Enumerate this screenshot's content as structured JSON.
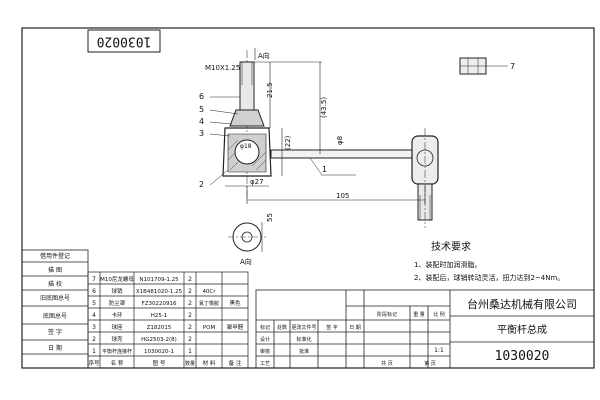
{
  "drawing_number": "1030020",
  "drawing_number_rotated": "1030020",
  "company": "台州桑达机械有限公司",
  "part_name": "平衡杆总成",
  "scale": "1:1",
  "tech_req": {
    "title": "技术要求",
    "items": [
      "1、装配时加润滑脂。",
      "2、装配后，球销转动灵活，扭力达到2~4Nm。"
    ]
  },
  "dimensions": {
    "thread": "M10X1.25",
    "view_a": "A向",
    "len_21_5": "21.5",
    "len_43_5": "(43.5)",
    "len_22": "(22)",
    "dia_8": "φ8",
    "dia_18": "φ18",
    "dia_27": "φ27",
    "len_105": "105",
    "len_55": "55",
    "view_a_bottom": "A向"
  },
  "balloons": [
    "6",
    "5",
    "4",
    "3",
    "2",
    "1",
    "7"
  ],
  "bom": {
    "rows": [
      {
        "no": "7",
        "code": "M10尼龙螺母",
        "part": "N101709-1.25",
        "qty": "2",
        "material": "",
        "note": ""
      },
      {
        "no": "6",
        "code": "球销",
        "part": "X1B481020-1.25",
        "qty": "2",
        "material": "40Cr",
        "note": ""
      },
      {
        "no": "5",
        "code": "防尘罩",
        "part": "FZ30220916",
        "qty": "2",
        "material": "氯丁橡胶",
        "note": "黑色"
      },
      {
        "no": "4",
        "code": "卡环",
        "part": "H25-1",
        "qty": "2",
        "material": "",
        "note": ""
      },
      {
        "no": "3",
        "code": "球座",
        "part": "Z182015",
        "qty": "2",
        "material": "POM",
        "note": "聚甲醛"
      },
      {
        "no": "2",
        "code": "球壳",
        "part": "HG2503-2(8)",
        "qty": "2",
        "material": "",
        "note": ""
      },
      {
        "no": "1",
        "code": "平衡杆连接杆",
        "part": "1030020-1",
        "qty": "1",
        "material": "",
        "note": ""
      }
    ],
    "header": {
      "no": "序号",
      "code": "名 称",
      "part": "图 号",
      "qty": "数量",
      "material": "材 料",
      "note": "备 注"
    }
  },
  "left_labels": [
    "借用件登记",
    "描 图",
    "描 校",
    "旧底图总号",
    "底图总号",
    "签 字",
    "日 期"
  ],
  "title_block": {
    "row_labels": [
      "标记",
      "处数",
      "更改文件号",
      "签 字",
      "日 期"
    ],
    "sig_labels": [
      "设计",
      "审核",
      "工艺",
      "标准化",
      "批准"
    ],
    "stage_labels": [
      "阶段标记",
      "重 量",
      "比 例"
    ],
    "page_labels": [
      "共 页",
      "第 页"
    ]
  }
}
